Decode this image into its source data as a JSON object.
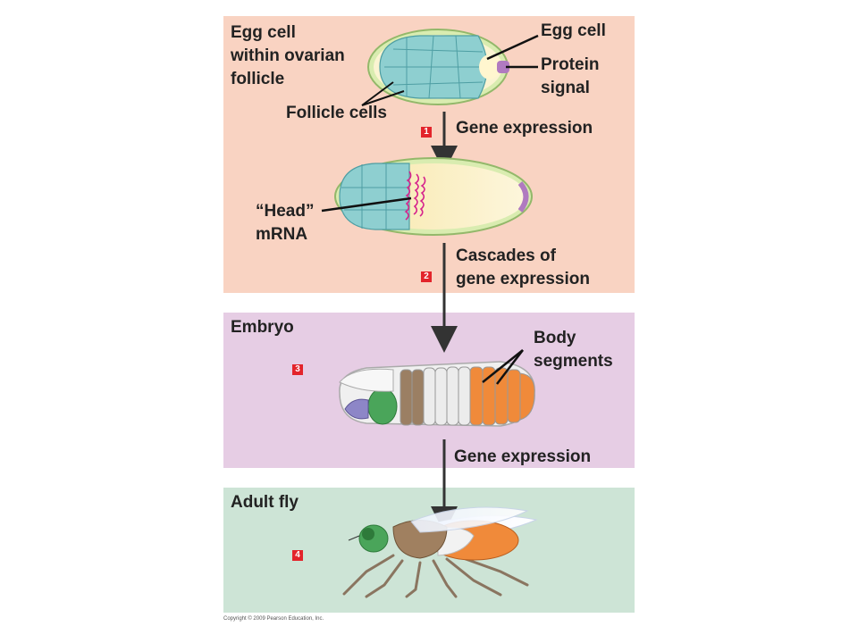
{
  "labels": {
    "egg_within_follicle": [
      "Egg cell",
      "within ovarian",
      "follicle"
    ],
    "egg_cell": "Egg cell",
    "protein_signal": [
      "Protein",
      "signal"
    ],
    "follicle_cells": "Follicle cells",
    "gene_expression_1": "Gene expression",
    "head_mrna": [
      "“Head”",
      "mRNA"
    ],
    "cascades": [
      "Cascades of",
      "gene expression"
    ],
    "embryo": "Embryo",
    "body_segments": [
      "Body",
      "segments"
    ],
    "gene_expression_2": "Gene expression",
    "adult_fly": "Adult fly"
  },
  "steps": [
    "1",
    "2",
    "3",
    "4"
  ],
  "colors": {
    "egg_panel": "#f9d3c2",
    "embryo_panel": "#e6cde4",
    "adult_panel": "#cde4d6",
    "follicle_cells": "#8ecfd0",
    "egg_cytoplasm": "#f7ecb8",
    "head_mrna": "#d6228c",
    "protein_signal": "#b07ac0",
    "segment_orange": "#f08a3a",
    "segment_brown": "#9b7f63",
    "head_green": "#4aa55a",
    "step_badge": "#e3242b"
  },
  "copyright": "Copyright © 2009 Pearson Education, Inc."
}
